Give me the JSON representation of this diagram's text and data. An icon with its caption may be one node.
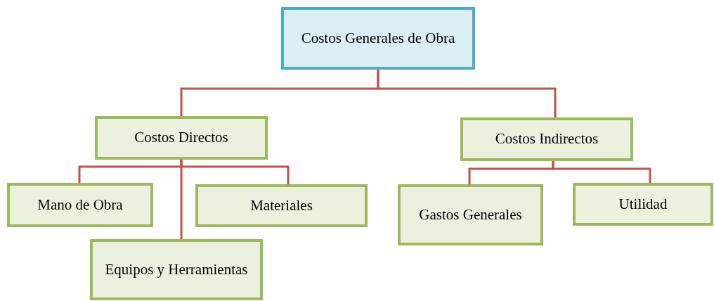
{
  "diagram": {
    "nodes": [
      {
        "text": [
          "Costos Generales de Obra"
        ]
      },
      {
        "text": [
          "Costos Directos"
        ]
      },
      {
        "text": [
          "Costos Indirectos"
        ]
      },
      {
        "text": [
          "Mano de Obra"
        ]
      },
      {
        "text": [
          "Materiales"
        ]
      },
      {
        "text": [
          "Equipos y Herramientas"
        ]
      },
      {
        "text": [
          "Gastos Generales"
        ]
      },
      {
        "text": [
          "Utilidad"
        ]
      }
    ],
    "edges": [
      {
        "from": 0,
        "to": 1,
        "arrow": "none"
      },
      {
        "from": 0,
        "to": 2,
        "arrow": "none"
      },
      {
        "from": 1,
        "to": 3,
        "arrow": "none"
      },
      {
        "from": 1,
        "to": 4,
        "arrow": "none"
      },
      {
        "from": 1,
        "to": 5,
        "arrow": "none"
      },
      {
        "from": 2,
        "to": 6,
        "arrow": "none"
      },
      {
        "from": 2,
        "to": 7,
        "arrow": "none"
      }
    ]
  }
}
